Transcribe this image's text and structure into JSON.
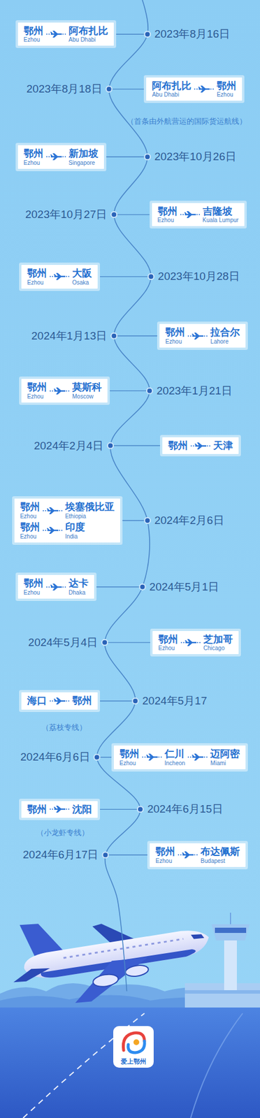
{
  "diagram": {
    "nodes": [
      {
        "text": [
          "鄂州",
          "Ezhou",
          "阿布扎比",
          "Abu Dhabi"
        ]
      },
      {
        "text": [
          "阿布扎比",
          "Abu Dhabi",
          "鄂州",
          "Ezhou"
        ]
      },
      {
        "text": [
          "鄂州",
          "Ezhou",
          "新加坡",
          "Singapore"
        ]
      },
      {
        "text": [
          "鄂州",
          "Ezhou",
          "吉隆坡",
          "Kuala Lumpur"
        ]
      },
      {
        "text": [
          "鄂州",
          "Ezhou",
          "大阪",
          "Osaka"
        ]
      },
      {
        "text": [
          "鄂州",
          "Ezhou",
          "拉合尔",
          "Lahore"
        ]
      },
      {
        "text": [
          "鄂州",
          "Ezhou",
          "莫斯科",
          "Moscow"
        ]
      },
      {
        "text": [
          "鄂州",
          "天津"
        ]
      },
      {
        "text": [
          "鄂州",
          "Ezhou",
          "埃塞俄比亚",
          "Ethiopia",
          "鄂州",
          "Ezhou",
          "印度",
          "India"
        ]
      },
      {
        "text": [
          "鄂州",
          "Ezhou",
          "达卡",
          "Dhaka"
        ]
      },
      {
        "text": [
          "鄂州",
          "Ezhou",
          "芝加哥",
          "Chicago"
        ]
      },
      {
        "text": [
          "海口",
          "鄂州"
        ]
      },
      {
        "text": [
          "鄂州",
          "Ezhou",
          "仁川",
          "Incheon",
          "迈阿密",
          "Miami"
        ]
      },
      {
        "text": [
          "鄂州",
          "沈阳"
        ]
      },
      {
        "text": [
          "鄂州",
          "Ezhou",
          "布达佩斯",
          "Budapest"
        ]
      }
    ],
    "labels": [
      "2023年8月16日",
      "2023年8月18日",
      "（首条由外航营运的国际货运航线）",
      "2023年10月26日",
      "2023年10月27日",
      "2023年10月28日",
      "2024年1月13日",
      "2023年1月21日",
      "2024年2月4日",
      "2024年2月6日",
      "2024年5月1日",
      "2024年5月4日",
      "2024年5月17",
      "（荔枝专线）",
      "2024年6月6日",
      "2024年6月15日",
      "（小龙虾专线）",
      "2024年6月17日",
      "爱上鄂州"
    ]
  }
}
